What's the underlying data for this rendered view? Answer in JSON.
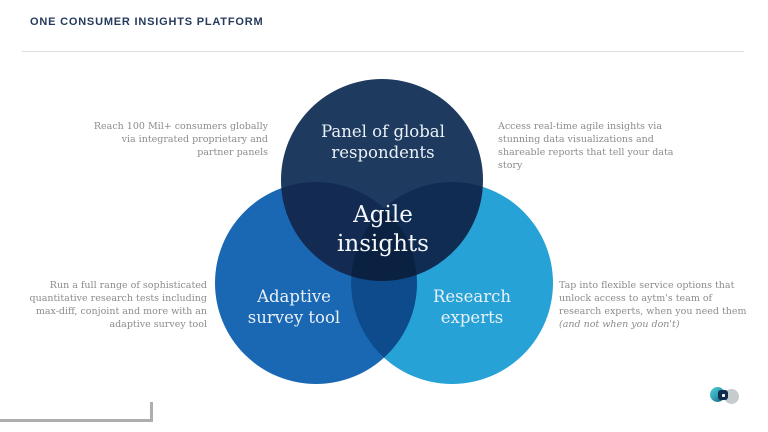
{
  "header": {
    "title": "ONE CONSUMER INSIGHTS PLATFORM"
  },
  "venn": {
    "center": {
      "label": "Agile insights"
    },
    "circles": {
      "top": {
        "label": "Panel of global respondents",
        "color": "#1F3A5F"
      },
      "left": {
        "label": "Adaptive survey tool",
        "color": "#1A68B3"
      },
      "right": {
        "label": "Research experts",
        "color": "#26A2D6"
      }
    },
    "overlaps": {
      "top_left": "#132A52",
      "top_right": "#112C52",
      "left_right": "#0E4B8D",
      "center": "#0A2142"
    }
  },
  "annotations": {
    "top_left": {
      "text": "Reach 100 Mil+ consumers globally via integrated proprietary and partner panels"
    },
    "top_right": {
      "text": "Access real-time agile insights via stunning data visualizations and shareable reports that tell your data story"
    },
    "bottom_left": {
      "text": "Run a full range of sophisticated quantitative research tests including max-diff, conjoint and more with an adaptive survey tool"
    },
    "bottom_right": {
      "text": "Tap into flexible service options that unlock access to aytm's team of research experts, when you need them",
      "note": "(and not when you don't)"
    }
  },
  "footer": {
    "logo": "aytm-logo"
  }
}
